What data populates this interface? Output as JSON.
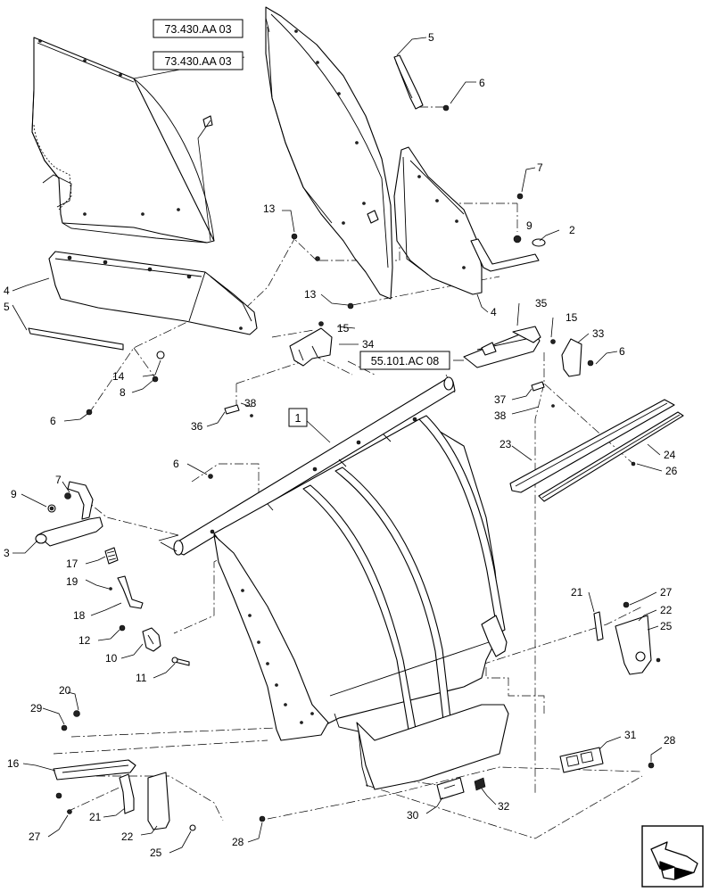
{
  "reference_labels": {
    "ref_top_1": "73.430.AA 03",
    "ref_top_2": "73.430.AA 03",
    "ref_mid": "55.101.AC 08",
    "main_part": "1"
  },
  "callouts": {
    "c5a": "5",
    "c6a": "6",
    "c7a": "7",
    "c9a": "9",
    "c2": "2",
    "c13a": "13",
    "c13b": "13",
    "c4a": "4",
    "c5b": "5",
    "c4b": "4",
    "c35": "35",
    "c15a": "15",
    "c15b": "15",
    "c33": "33",
    "c34": "34",
    "c6b": "6",
    "c14": "14",
    "c8": "8",
    "c6c": "6",
    "c37": "37",
    "c38a": "38",
    "c38b": "38",
    "c36": "36",
    "c23": "23",
    "c24": "24",
    "c26": "26",
    "c6d": "6",
    "c7b": "7",
    "c9b": "9",
    "c3": "3",
    "c17": "17",
    "c19": "19",
    "c18": "18",
    "c12": "12",
    "c10": "10",
    "c11": "11",
    "c21a": "21",
    "c27a": "27",
    "c22a": "22",
    "c25a": "25",
    "c20": "20",
    "c29": "29",
    "c31": "31",
    "c28a": "28",
    "c16": "16",
    "c27b": "27",
    "c21b": "21",
    "c22b": "22",
    "c25b": "25",
    "c28b": "28",
    "c30": "30",
    "c32": "32"
  },
  "nav_icon": "arrow-nav-icon"
}
